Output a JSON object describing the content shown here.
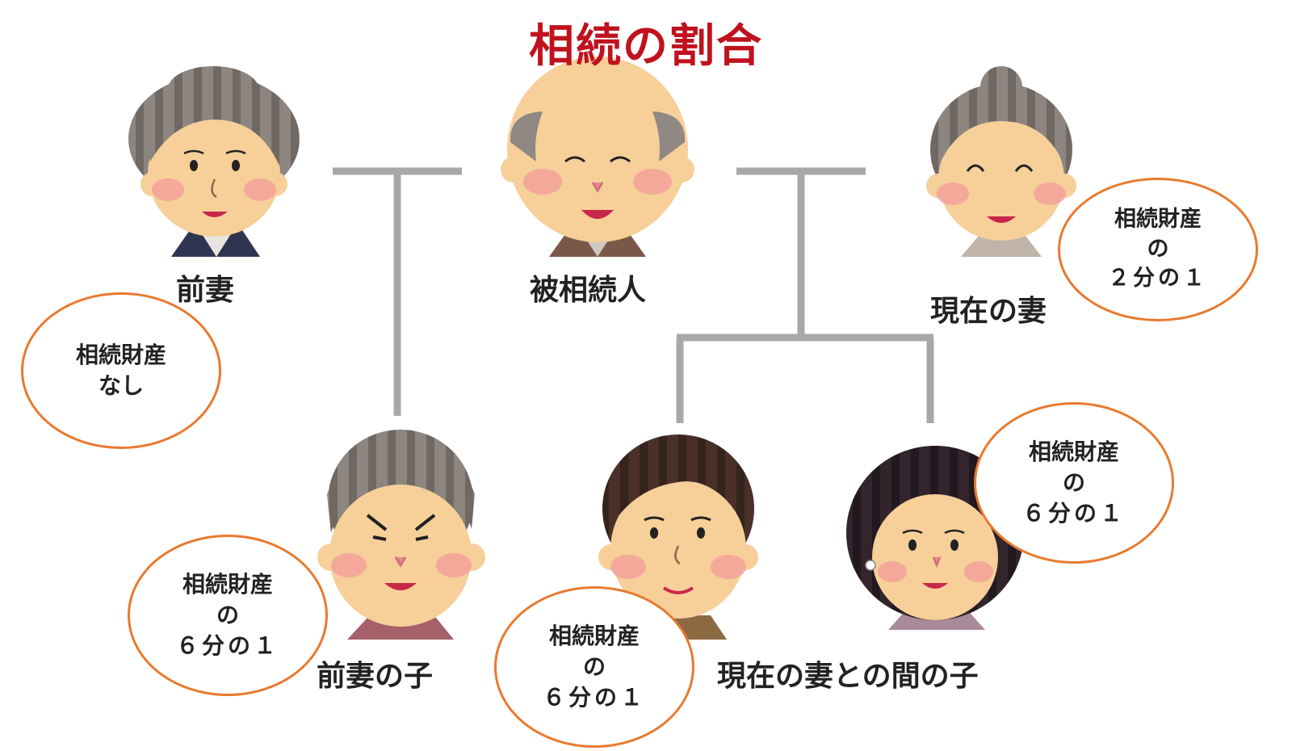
{
  "title": "相続の割合",
  "people": {
    "decedent": "被相続人",
    "former_wife": "前妻",
    "current_wife": "現在の妻",
    "former_child": "前妻の子",
    "current_children": "現在の妻との間の子"
  },
  "bubbles": {
    "former_wife": [
      "相続財産",
      "なし"
    ],
    "current_wife": [
      "相続財産",
      "の",
      "２分の１"
    ],
    "former_child": [
      "相続財産",
      "の",
      "６分の１"
    ],
    "current_child_1": [
      "相続財産",
      "の",
      "６分の１"
    ],
    "current_child_2": [
      "相続財産",
      "の",
      "６分の１"
    ]
  },
  "colors": {
    "title": "#c0121e",
    "bubble_border": "#e87a2f",
    "connector": "#a8a8a8",
    "skin": "#f6cf99",
    "blush": "#f39b9b",
    "lips": "#c8274a",
    "hair_gray": "#7f7873",
    "hair_dark": "#3f2a23",
    "hair_black": "#2b1f25"
  }
}
